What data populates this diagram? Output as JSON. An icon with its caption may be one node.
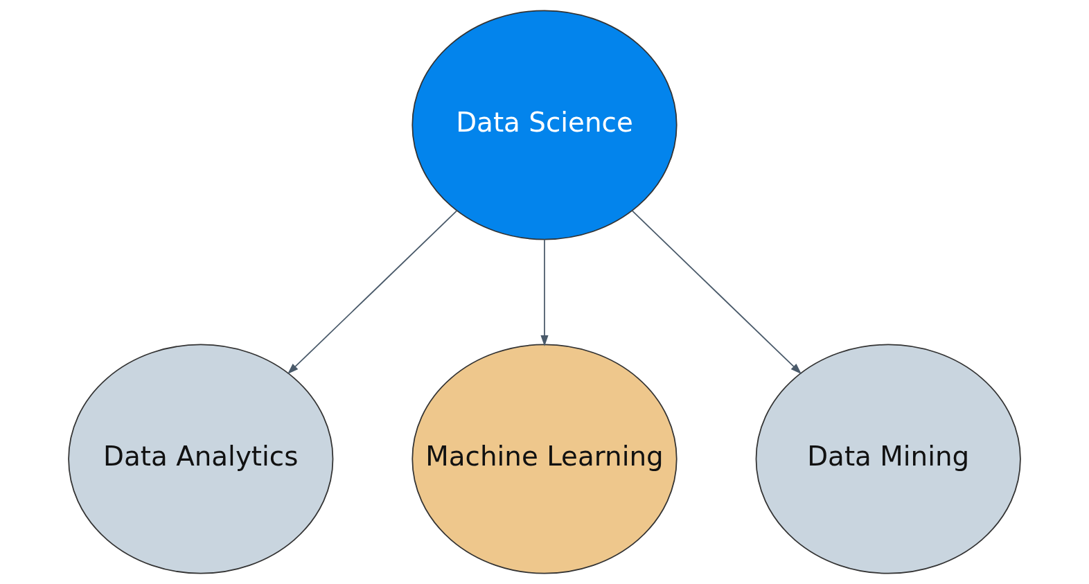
{
  "diagram": {
    "nodes": [
      {
        "text": [
          "Data Science"
        ]
      },
      {
        "text": [
          "Data Analytics"
        ]
      },
      {
        "text": [
          "Machine Learning"
        ]
      },
      {
        "text": [
          "Data Mining"
        ]
      }
    ],
    "edges": [
      {
        "from": 0,
        "to": 1,
        "arrow": "to"
      },
      {
        "from": 0,
        "to": 2,
        "arrow": "to"
      },
      {
        "from": 0,
        "to": 3,
        "arrow": "to"
      }
    ]
  }
}
